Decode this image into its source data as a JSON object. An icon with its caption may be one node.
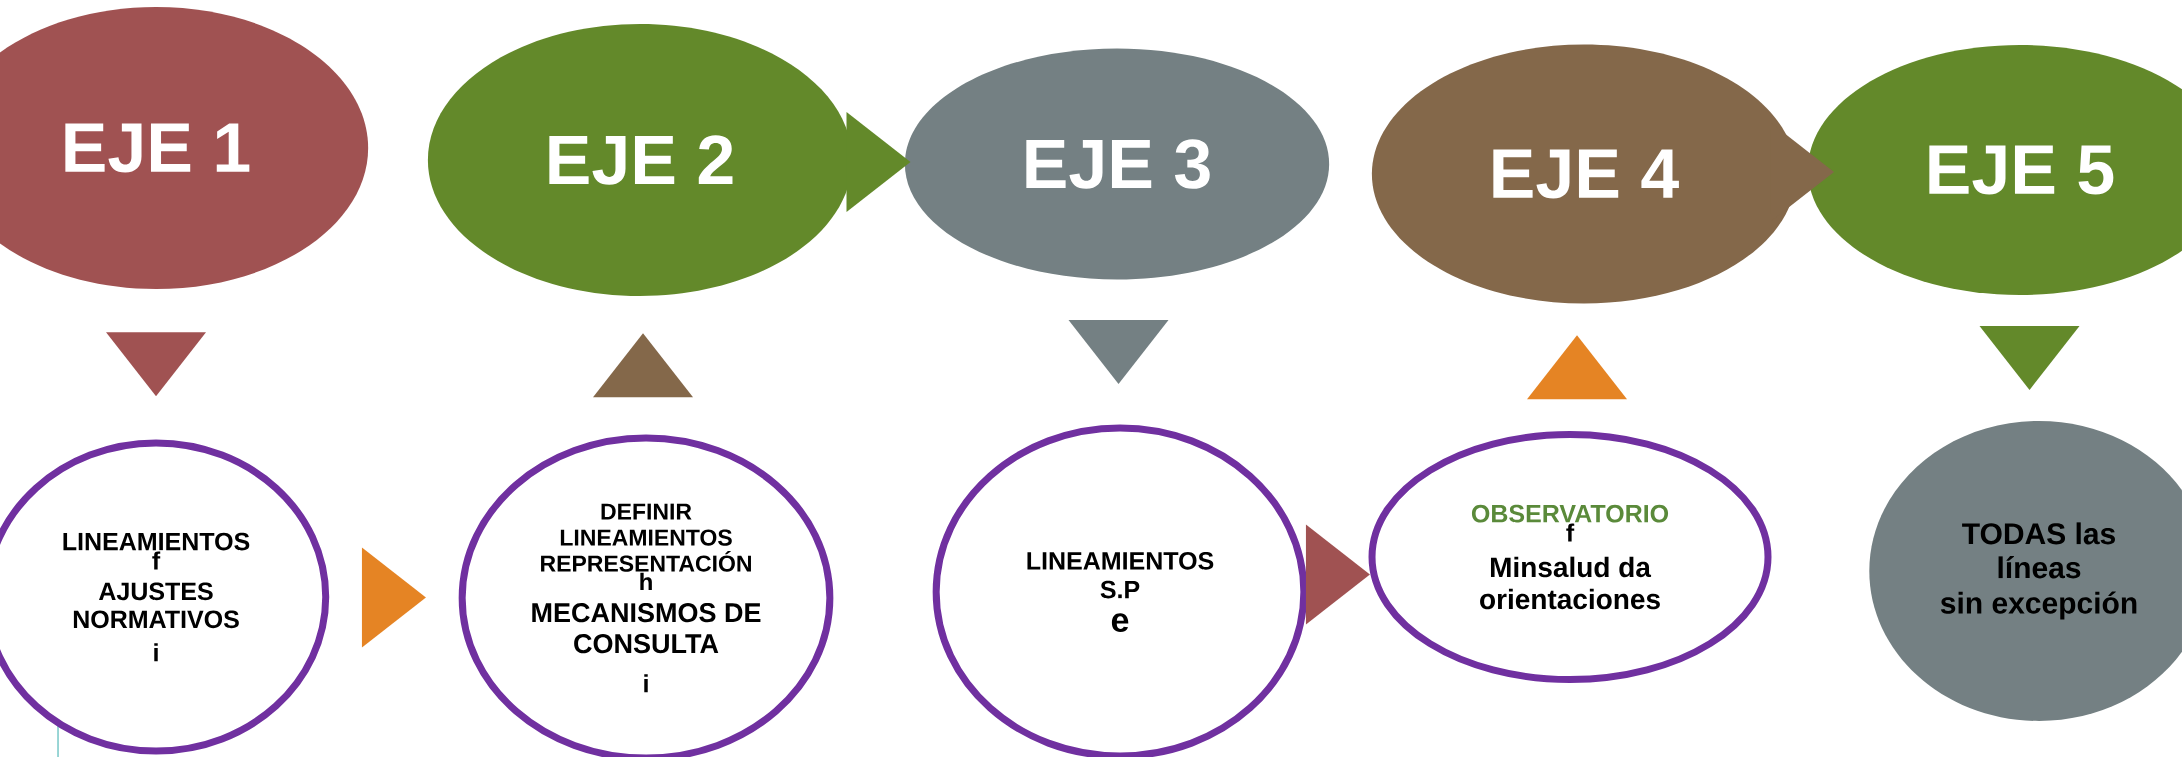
{
  "diagram": {
    "nodes": [
      {
        "text": [
          "EJE 1"
        ]
      },
      {
        "text": [
          "EJE 2"
        ]
      },
      {
        "text": [
          "EJE 3"
        ]
      },
      {
        "text": [
          "EJE 4"
        ]
      },
      {
        "text": [
          "EJE 5"
        ]
      },
      {
        "text": [
          "LINEAMIENTOS",
          "f",
          "AJUSTES NORMATIVOS",
          "i"
        ]
      },
      {
        "text": [
          "DEFINIR LINEAMIENTOS REPRESENTACIÓN",
          "h",
          "MECANISMOS DE CONSULTA",
          "i"
        ]
      },
      {
        "text": [
          "LINEAMIENTOS",
          "S.P",
          "e"
        ]
      },
      {
        "text": [
          "OBSERVATORIO",
          "f",
          "Minsalud da orientaciones"
        ]
      },
      {
        "text": [
          "TODAS las líneas",
          "sin excepción"
        ]
      }
    ],
    "edges": [
      {
        "from": 0,
        "to": 5,
        "arrow": "to",
        "color": "#a05252"
      },
      {
        "from": 5,
        "to": 6,
        "arrow": "to",
        "color": "#e58424"
      },
      {
        "from": 6,
        "to": 1,
        "arrow": "to",
        "color": "#84684a"
      },
      {
        "from": 1,
        "to": 2,
        "arrow": "to",
        "color": "#63892a"
      },
      {
        "from": 2,
        "to": 7,
        "arrow": "to",
        "color": "#748083"
      },
      {
        "from": 7,
        "to": 8,
        "arrow": "to",
        "color": "#a05252"
      },
      {
        "from": 8,
        "to": 3,
        "arrow": "to",
        "color": "#e58424"
      },
      {
        "from": 3,
        "to": 4,
        "arrow": "to",
        "color": "#84684a"
      },
      {
        "from": 4,
        "to": 9,
        "arrow": "to",
        "color": "#63892a"
      }
    ]
  }
}
